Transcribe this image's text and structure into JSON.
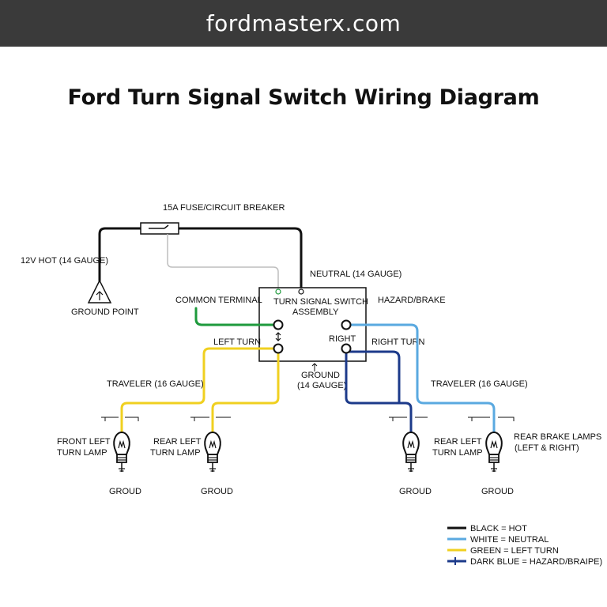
{
  "site": {
    "name": "fordmasterx.com"
  },
  "title": "Ford Turn Signal Switch Wiring Diagram",
  "labels": {
    "fuse": "15A FUSE/CIRCUIT BREAKER",
    "hot": "12V HOT (14 GAUGE)",
    "ground_point": "GROUND POINT",
    "neutral": "NEUTRAL (14 GAUGE)",
    "common_terminal": "COMMON TERMINAL",
    "switch_line1": "TURN SIGNAL SWITCH",
    "switch_line2": "ASSEMBLY",
    "hazard_brake": "HAZARD/BRAKE",
    "left_turn": "LEFT TURN",
    "right": "RIGHT",
    "right_turn": "RIGHT TURN",
    "ground_line1": "GROUND",
    "ground_line2": "(14 GAUGE)",
    "traveler_left": "TRAVELER (16 GAUGE)",
    "traveler_right": "TRAVELER (16 GAUGE)"
  },
  "lamps": [
    {
      "label1": "FRONT LEFT",
      "label2": "TURN LAMP",
      "ground": "GROUD"
    },
    {
      "label1": "REAR LEFT",
      "label2": "TURN LAMP",
      "ground": "GROUD"
    },
    {
      "label1": "REAR LEFT",
      "label2": "TURN LAMP",
      "ground": "GROUD"
    },
    {
      "label1": "REAR BRAKE LAMPS",
      "label2": "(LEFT & RIGHT)",
      "ground": "GROUD"
    }
  ],
  "legend": [
    {
      "color": "#111111",
      "label": "BLACK = HOT"
    },
    {
      "color": "#5aa9e0",
      "label": "WHITE = NEUTRAL"
    },
    {
      "color": "#f0d020",
      "label": "GREEN = LEFT TURN"
    },
    {
      "color": "#1c3a8a",
      "label": "DARK BLUE = HAZARD/BRAIPE)"
    }
  ],
  "colors": {
    "hot": "#111111",
    "neutral_wire": "#bdbdbd",
    "green": "#1e9a3c",
    "yellow": "#f0d020",
    "light_blue": "#5aa9e0",
    "dark_blue": "#1c3a8a"
  },
  "icons": [
    "ground-symbol-icon",
    "bulb-icon",
    "fuse-icon"
  ]
}
